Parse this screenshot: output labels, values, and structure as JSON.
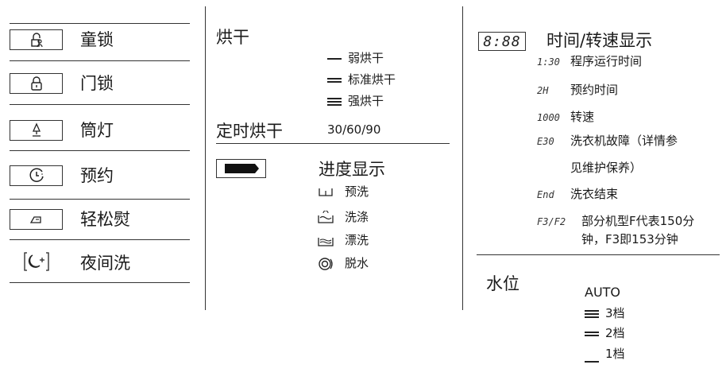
{
  "locks": [
    {
      "icon": "child-lock-icon",
      "label": "童锁"
    },
    {
      "icon": "padlock-icon",
      "label": "门锁"
    },
    {
      "icon": "drum-light-icon",
      "label": "筒灯"
    },
    {
      "icon": "clock-icon",
      "label": "预约"
    },
    {
      "icon": "iron-icon",
      "label": "轻松熨"
    },
    {
      "icon": "night-wash-icon",
      "label": "夜间洗"
    }
  ],
  "dry": {
    "title": "烘干",
    "levels": [
      "弱烘干",
      "标准烘干",
      "强烘干"
    ],
    "timed_title": "定时烘干",
    "timed_values": "30/60/90"
  },
  "progress": {
    "title": "进度显示",
    "items": [
      {
        "icon": "prewash-icon",
        "label": "预洗"
      },
      {
        "icon": "wash-icon",
        "label": "洗涤"
      },
      {
        "icon": "rinse-icon",
        "label": "漂洗"
      },
      {
        "icon": "spin-icon",
        "label": "脱水"
      }
    ]
  },
  "display": {
    "digits": "8:88",
    "title": "时间/转速显示",
    "rows": [
      {
        "code": "1:30",
        "label": "程序运行时间"
      },
      {
        "code": "2H",
        "label": "预约时间"
      },
      {
        "code": "1000",
        "label": "转速"
      },
      {
        "code": "E30",
        "label": "洗衣机故障（详情参"
      },
      {
        "code": "",
        "label": "见维护保养）"
      },
      {
        "code": "End",
        "label": "洗衣结束"
      }
    ],
    "f_code": "F3/F2",
    "f_label_1": "部分机型F代表150分",
    "f_label_2": "钟，F3即153分钟"
  },
  "water": {
    "title": "水位",
    "auto": "AUTO",
    "levels": [
      "3档",
      "2档",
      "1档"
    ]
  }
}
